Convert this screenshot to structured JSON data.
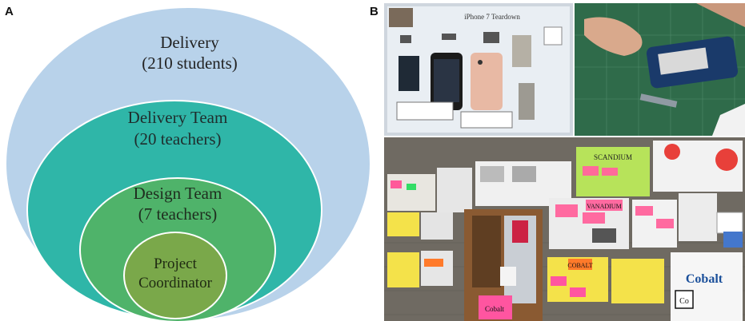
{
  "panel_a": {
    "label": "A",
    "rings": [
      {
        "title": "Delivery",
        "subtitle": "(210 students)",
        "fill": "#b8d2ea"
      },
      {
        "title": "Delivery Team",
        "subtitle": "(20 teachers)",
        "fill": "#2fb6a8"
      },
      {
        "title": "Design Team",
        "subtitle": "(7 teachers)",
        "fill": "#4fb36a"
      },
      {
        "title": "Project",
        "subtitle": "Coordinator",
        "fill": "#7aa84a"
      }
    ]
  },
  "panel_b": {
    "label": "B",
    "poster_title": "iPhone 7 Teardown",
    "element_posters": [
      "SCANDIUM",
      "VANADIUM",
      "COBALT",
      "Cobalt",
      "Co"
    ],
    "colors": {
      "corkboard": "#8a8478",
      "cutting_mat": "#2f6b4a",
      "wall": "#6f6a62",
      "door": "#8a5a32"
    }
  }
}
